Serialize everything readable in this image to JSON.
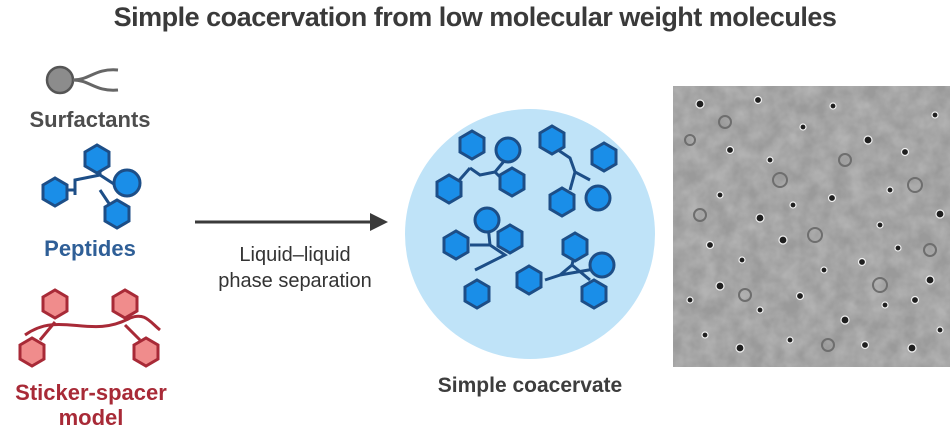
{
  "title": "Simple coacervation from low molecular weight molecules",
  "left_panel": {
    "surfactants_label": "Surfactants",
    "peptides_label": "Peptides",
    "sticker_spacer_label_line1": "Sticker-spacer",
    "sticker_spacer_label_line2": "model"
  },
  "arrow": {
    "label_line1": "Liquid–liquid",
    "label_line2": "phase separation"
  },
  "droplet": {
    "label": "Simple coacervate"
  },
  "colors": {
    "surfactant_gray": "#8c8c8c",
    "peptide_blue": "#1a8ee8",
    "peptide_outline": "#1d4e87",
    "sticker_red": "#f08c8c",
    "sticker_outline": "#a82a37",
    "droplet_fill": "#bfe3f8"
  }
}
